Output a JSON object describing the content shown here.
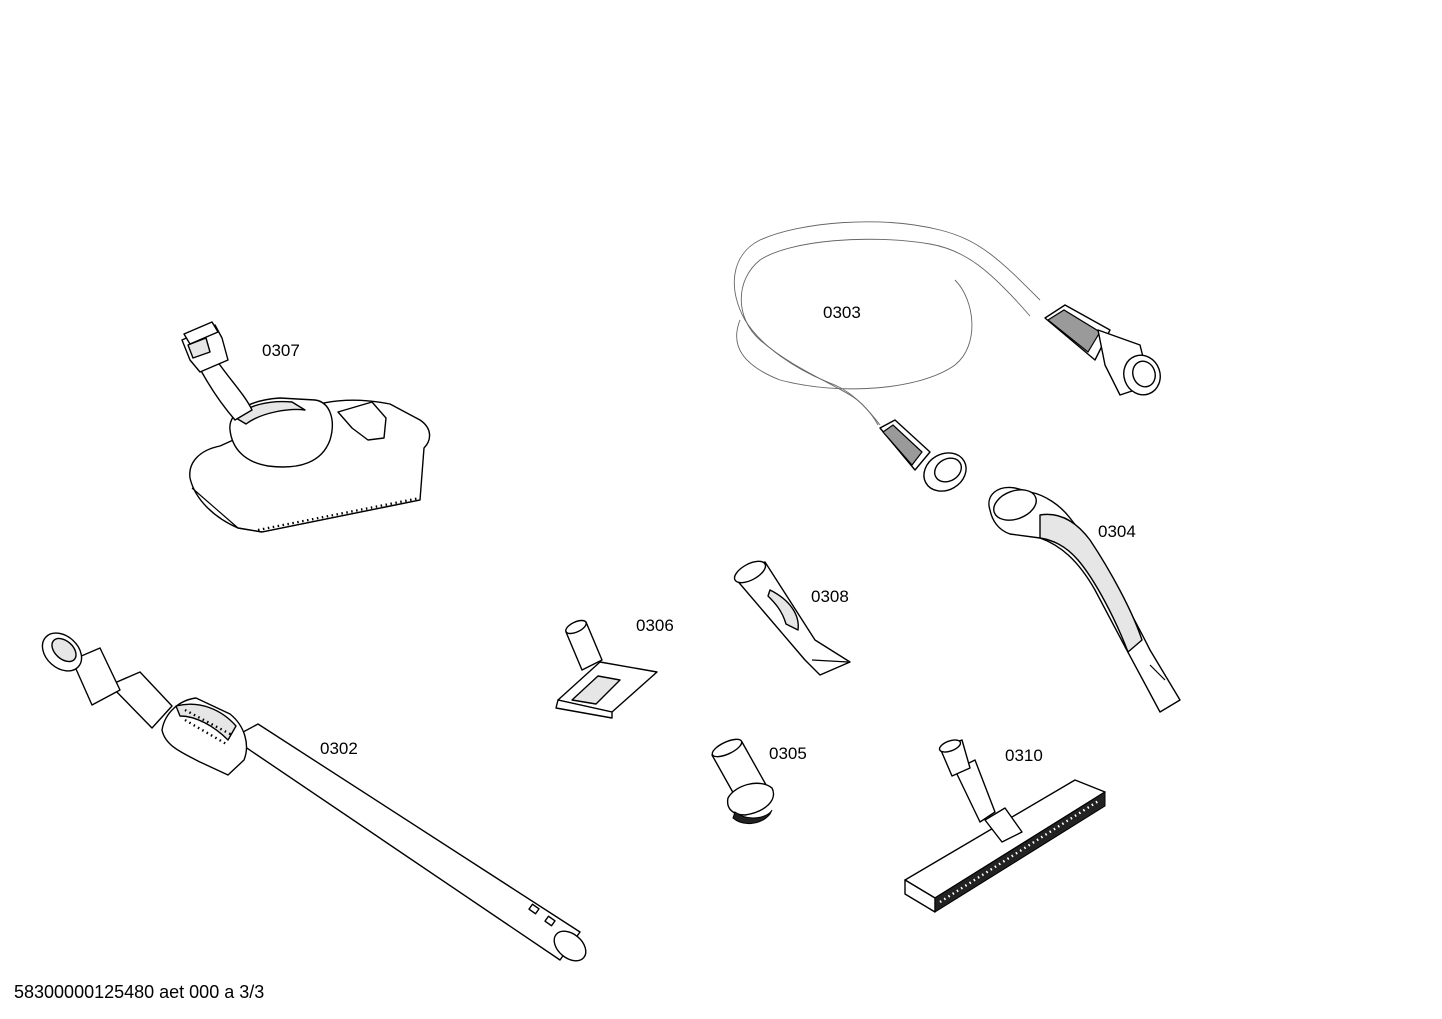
{
  "parts": [
    {
      "id": "floor-brush",
      "label": "0307"
    },
    {
      "id": "hose",
      "label": "0303"
    },
    {
      "id": "handle",
      "label": "0304"
    },
    {
      "id": "crevice-nozzle",
      "label": "0308"
    },
    {
      "id": "upholstery-nozzle",
      "label": "0306"
    },
    {
      "id": "telescopic-tube",
      "label": "0302"
    },
    {
      "id": "dusting-brush",
      "label": "0305"
    },
    {
      "id": "parquet-brush",
      "label": "0310"
    }
  ],
  "footer": {
    "document_code": "58300000125480 aet 000 a 3/3"
  }
}
